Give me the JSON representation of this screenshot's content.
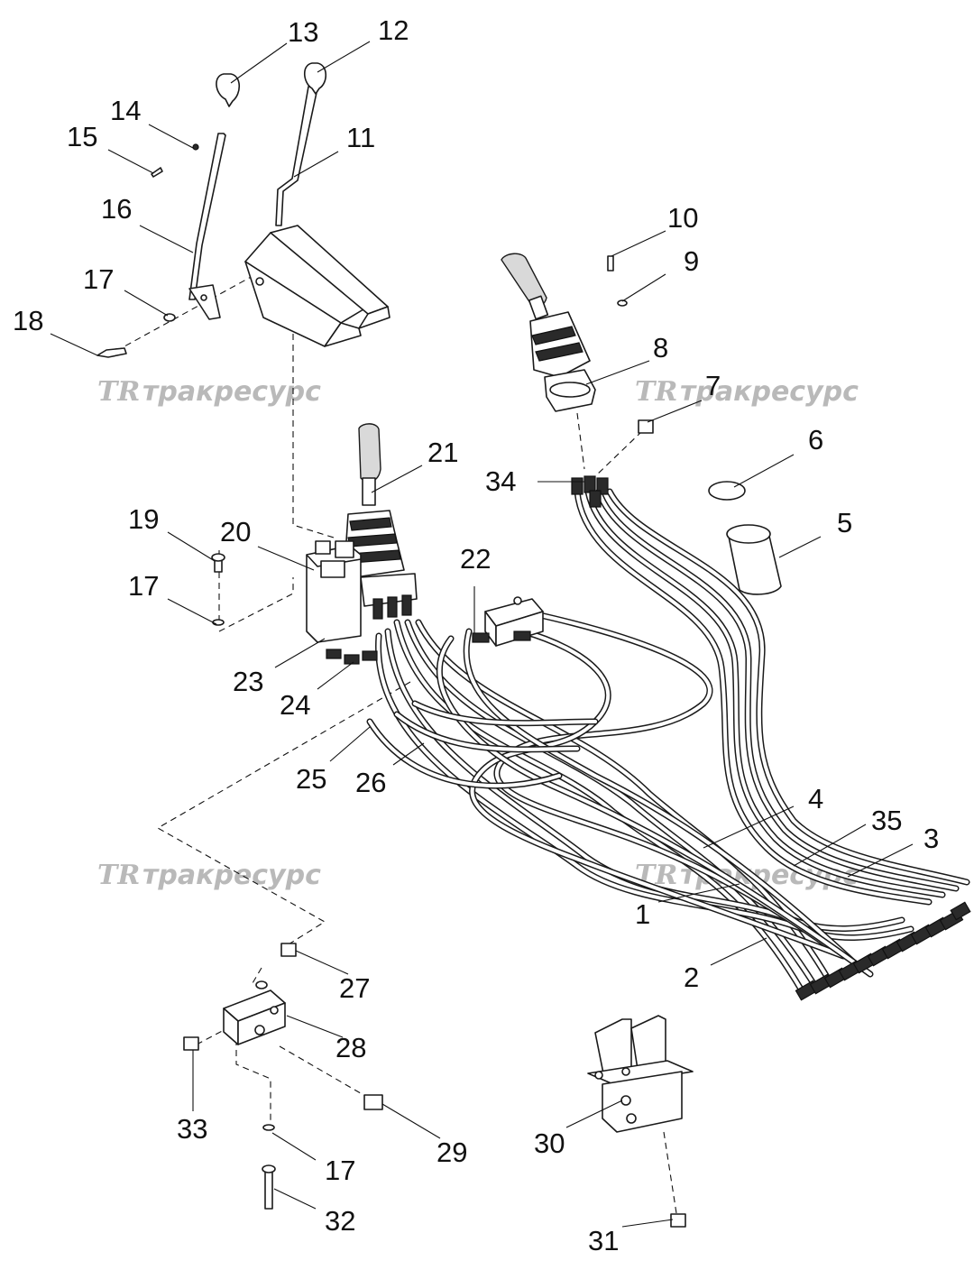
{
  "watermark": {
    "logo": "TR",
    "text": "тракресурс"
  },
  "callouts": {
    "p1": "1",
    "p2": "2",
    "p3": "3",
    "p4": "4",
    "p5": "5",
    "p6": "6",
    "p7": "7",
    "p8": "8",
    "p9": "9",
    "p10": "10",
    "p11": "11",
    "p12": "12",
    "p13": "13",
    "p14": "14",
    "p15": "15",
    "p16": "16",
    "p17a": "17",
    "p17b": "17",
    "p17c": "17",
    "p18": "18",
    "p19": "19",
    "p20": "20",
    "p21": "21",
    "p22": "22",
    "p23": "23",
    "p24": "24",
    "p25": "25",
    "p26": "26",
    "p27": "27",
    "p28": "28",
    "p29": "29",
    "p30": "30",
    "p31": "31",
    "p32": "32",
    "p33": "33",
    "p34": "34",
    "p35": "35"
  },
  "colors": {
    "line": "#1a1a1a",
    "watermark": "#b9b9b9",
    "background": "#ffffff"
  }
}
